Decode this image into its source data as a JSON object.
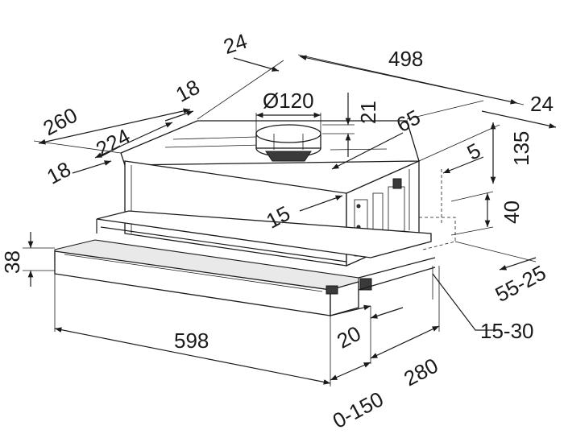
{
  "dimensions": {
    "d24_top": "24",
    "d498": "498",
    "d24_right": "24",
    "d260": "260",
    "d18_upper": "18",
    "d224": "224",
    "d18_lower": "18",
    "d120": "Ø120",
    "d21": "21",
    "d65": "65",
    "d5": "5",
    "d135": "135",
    "d15": "15",
    "d40": "40",
    "d55_25": "55-25",
    "d38": "38",
    "d598": "598",
    "d20": "20",
    "d15_30": "15-30",
    "d280": "280",
    "d0_150": "0-150"
  }
}
